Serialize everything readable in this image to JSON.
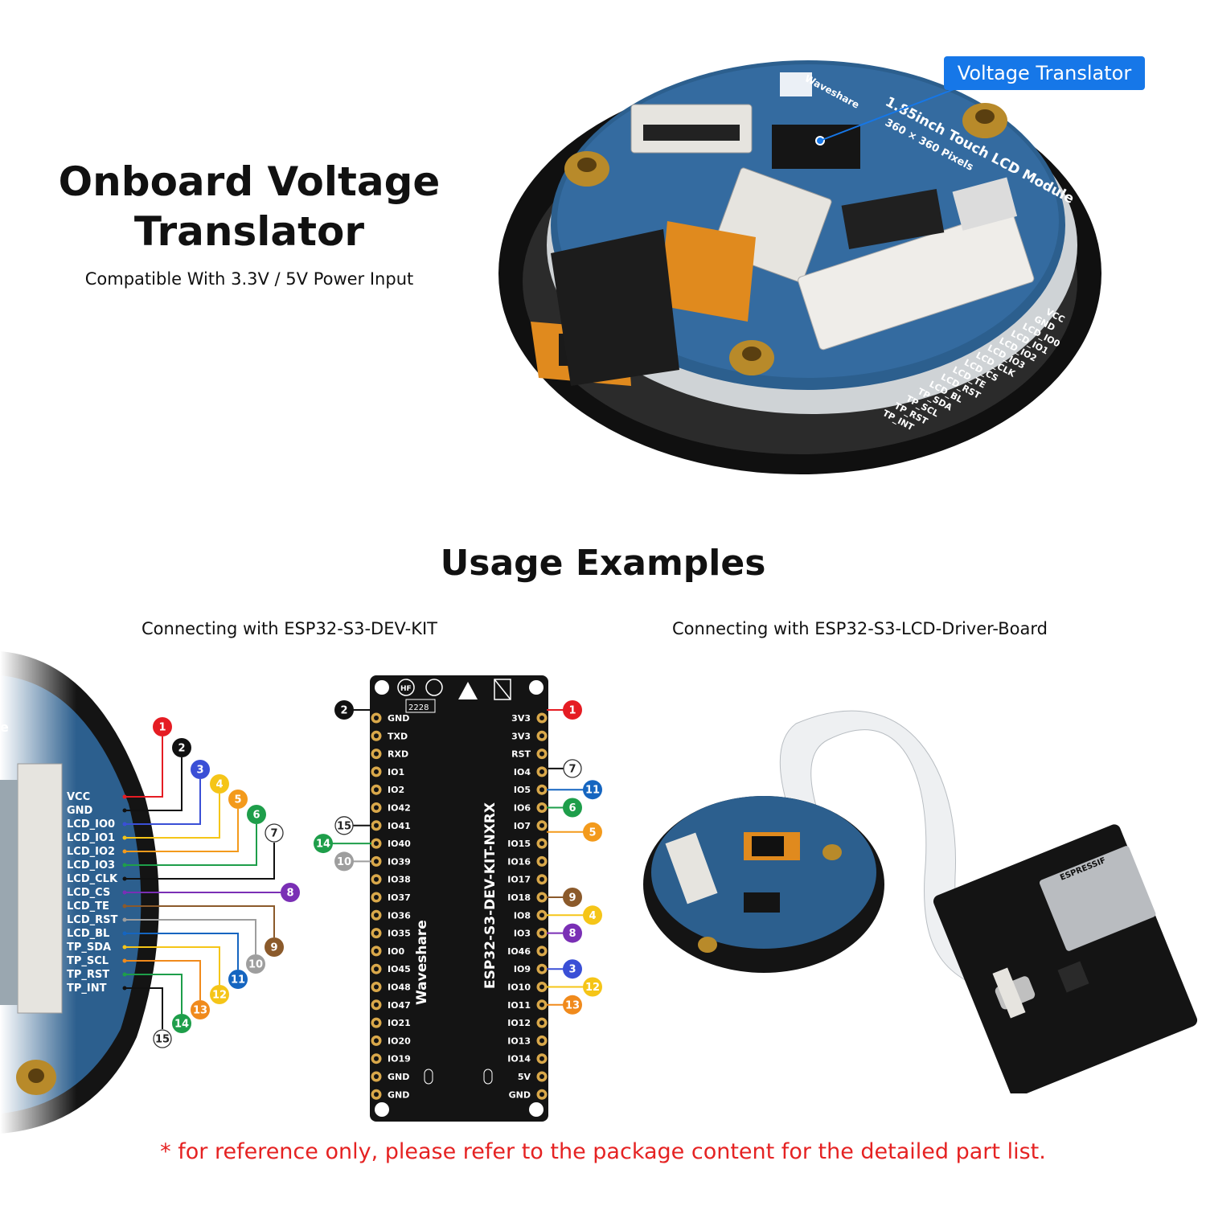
{
  "feature": {
    "title": "Onboard Voltage Translator",
    "subtitle": "Compatible With 3.3V / 5V Power Input",
    "callout": "Voltage Translator"
  },
  "product": {
    "brand": "Waveshare",
    "module_title": "1.85inch Touch LCD Module",
    "module_resolution": "360 × 360 Pixels",
    "connector_pins": [
      "VCC",
      "GND",
      "LCD_IO0",
      "LCD_IO1",
      "LCD_IO2",
      "LCD_IO3",
      "LCD_CLK",
      "LCD_CS",
      "LCD_TE",
      "LCD_RST",
      "LCD_BL",
      "TP_SDA",
      "TP_SCL",
      "TP_RST",
      "TP_INT"
    ]
  },
  "usage": {
    "title": "Usage Examples",
    "left_caption": "Connecting with ESP32-S3-DEV-KIT",
    "right_caption": "Connecting with ESP32-S3-LCD-Driver-Board"
  },
  "devkit": {
    "board_name": "ESP32-S3-DEV-KIT-NXRX",
    "brand": "Waveshare",
    "date_code": "2228",
    "left_pins": [
      "GND",
      "TXD",
      "RXD",
      "IO1",
      "IO2",
      "IO42",
      "IO41",
      "IO40",
      "IO39",
      "IO38",
      "IO37",
      "IO36",
      "IO35",
      "IO0",
      "IO45",
      "IO48",
      "IO47",
      "IO21",
      "IO20",
      "IO19",
      "GND",
      "GND"
    ],
    "right_pins": [
      "3V3",
      "3V3",
      "RST",
      "IO4",
      "IO5",
      "IO6",
      "IO7",
      "IO15",
      "IO16",
      "IO17",
      "IO18",
      "IO8",
      "IO3",
      "IO46",
      "IO9",
      "IO10",
      "IO11",
      "IO12",
      "IO13",
      "IO14",
      "5V",
      "GND"
    ]
  },
  "markers": {
    "n1": "1",
    "n2": "2",
    "n3": "3",
    "n4": "4",
    "n5": "5",
    "n6": "6",
    "n7": "7",
    "n8": "8",
    "n9": "9",
    "n10": "10",
    "n11": "11",
    "n12": "12",
    "n13": "13",
    "n14": "14",
    "n15": "15"
  },
  "driver_board": {
    "chip": "ESPRESSIF"
  },
  "footnote": "* for reference only, please refer to the package content for the detailed part list.",
  "colors": {
    "callout": "#1677e8",
    "footnote": "#e52222",
    "pcb": "#2c5f8e",
    "devkit": "#141414",
    "m1": "#e51c23",
    "m2": "#111111",
    "m3": "#3a4fd6",
    "m4": "#f5c518",
    "m5": "#f39a1c",
    "m6": "#1e9e4a",
    "m8": "#7a2fb5",
    "m9": "#8b5a2b",
    "m10": "#9e9e9e",
    "m11": "#1565c0",
    "m12": "#f5c518",
    "m13": "#f08a1c",
    "m14": "#1e9e4a"
  }
}
